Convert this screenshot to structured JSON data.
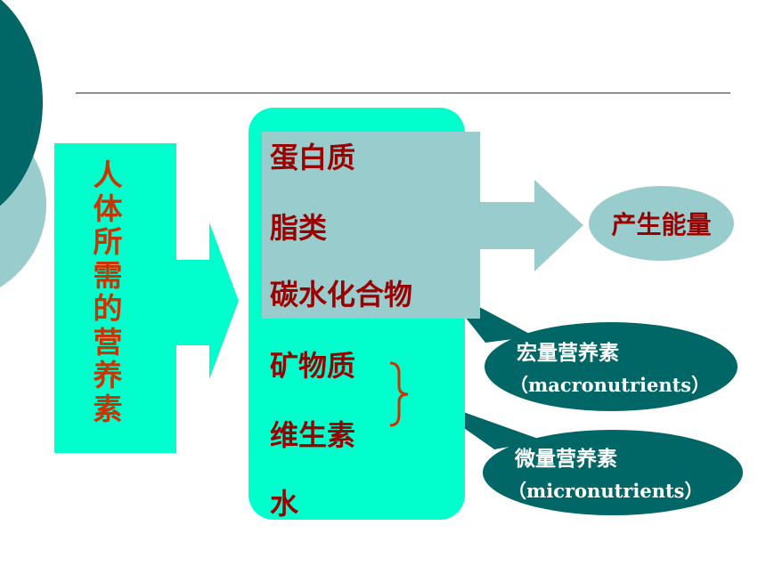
{
  "colors": {
    "title_fill": "#00ffcc",
    "title_text": "#cc3300",
    "nutrient_fill": "#00ffcc",
    "energy_group_fill": "#99cccc",
    "item_text": "#990000",
    "callout_fill": "#006666",
    "callout_text": "#ffffff",
    "decoration_dark": "#006666",
    "decoration_light": "#99cccc"
  },
  "title": {
    "chars": [
      "人",
      "体",
      "所",
      "需",
      "的",
      "营",
      "养",
      "素"
    ]
  },
  "nutrients": [
    {
      "label": "蛋白质"
    },
    {
      "label": "脂类"
    },
    {
      "label": "碳水化合物"
    },
    {
      "label": "矿物质"
    },
    {
      "label": "维生素"
    },
    {
      "label": "水"
    }
  ],
  "energy": {
    "label": "产生能量"
  },
  "macro": {
    "cn": "宏量营养素",
    "en": "（macronutrients）"
  },
  "micro": {
    "cn": "微量营养素",
    "en": "（micronutrients）"
  }
}
